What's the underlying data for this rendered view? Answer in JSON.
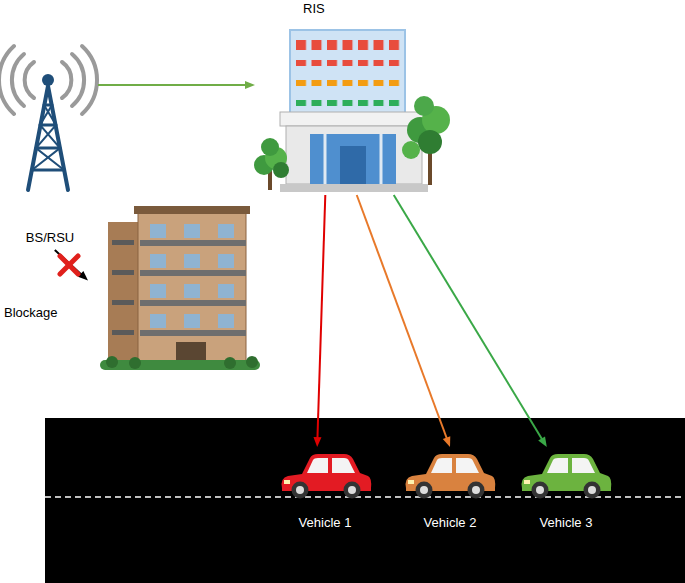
{
  "diagram": {
    "nodes": [
      {
        "text": [
          "RIS"
        ]
      },
      {
        "text": [
          "BS/RSU"
        ]
      },
      {
        "text": [
          "Blockage"
        ]
      },
      {
        "text": [
          "Vehicle 1"
        ]
      },
      {
        "text": [
          "Vehicle 2"
        ]
      },
      {
        "text": [
          "Vehicle 3"
        ]
      }
    ],
    "edges": [
      {
        "from": 1,
        "to": 0,
        "arrow": "to"
      },
      {
        "from": 1,
        "to": 2,
        "arrow": "to"
      },
      {
        "from": 0,
        "to": 3,
        "arrow": "to"
      },
      {
        "from": 0,
        "to": 4,
        "arrow": "to"
      },
      {
        "from": 0,
        "to": 5,
        "arrow": "to"
      }
    ]
  }
}
